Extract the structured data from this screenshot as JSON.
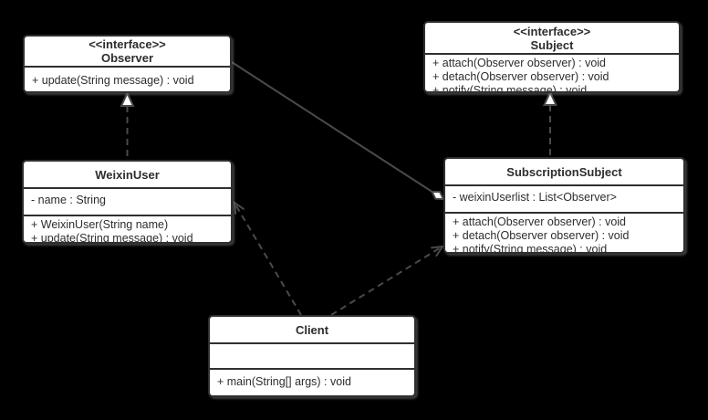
{
  "colors": {
    "background": "#000000",
    "box_fill": "#ffffff",
    "box_border": "#2f2f2f",
    "text": "#2d2d2d",
    "connector": "#4a4a4a",
    "arrowhead_fill": "#ffffff"
  },
  "classes": {
    "observer": {
      "stereotype": "<<interface>>",
      "name": "Observer",
      "attributes": [],
      "methods": [
        "+ update(String message) : void"
      ]
    },
    "subject": {
      "stereotype": "<<interface>>",
      "name": "Subject",
      "attributes": [],
      "methods": [
        "+ attach(Observer observer) : void",
        "+ detach(Observer observer) : void",
        "+ notify(String message) : void"
      ]
    },
    "weixin_user": {
      "name": "WeixinUser",
      "attributes": [
        "- name : String"
      ],
      "methods": [
        "+ WeixinUser(String name)",
        "+ update(String message) : void"
      ]
    },
    "subscription_subject": {
      "name": "SubscriptionSubject",
      "attributes": [
        "- weixinUserlist : List<Observer>"
      ],
      "methods": [
        "+ attach(Observer observer) : void",
        "+ detach(Observer observer) : void",
        "+ notify(String message) : void"
      ]
    },
    "client": {
      "name": "Client",
      "attributes": [],
      "methods": [
        "+ main(String[] args) : void"
      ]
    }
  },
  "relationships": [
    {
      "type": "realization",
      "from": "WeixinUser",
      "to": "Observer"
    },
    {
      "type": "realization",
      "from": "SubscriptionSubject",
      "to": "Subject"
    },
    {
      "type": "aggregation",
      "from": "SubscriptionSubject",
      "to": "Observer"
    },
    {
      "type": "dependency",
      "from": "Client",
      "to": "WeixinUser"
    },
    {
      "type": "dependency",
      "from": "Client",
      "to": "SubscriptionSubject"
    }
  ]
}
